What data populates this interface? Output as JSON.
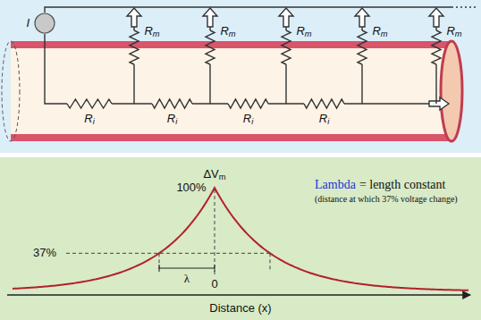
{
  "diagram": {
    "nodes": [
      {
        "text": [
          "I"
        ]
      }
    ],
    "labels": [
      "Rm",
      "Rm",
      "Rm",
      "Rm",
      "Rm",
      "Ri",
      "Ri",
      "Ri",
      "Ri",
      "ΔVm",
      "100%",
      "37%",
      "λ",
      "0",
      "Distance (x)",
      "Lambda",
      "= length constant",
      "(distance at which 37% voltage change)"
    ]
  }
}
